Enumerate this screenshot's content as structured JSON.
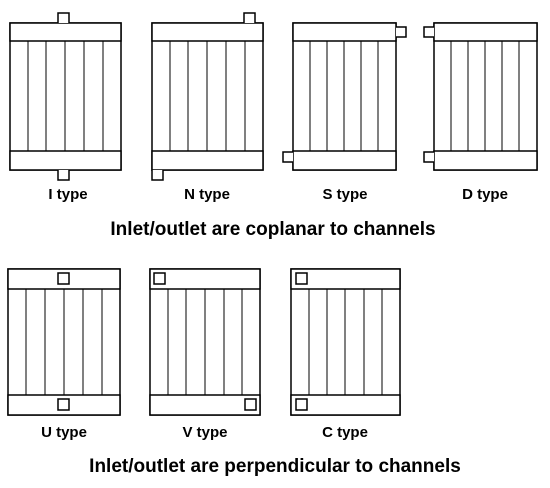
{
  "groups": [
    {
      "heading": "Inlet/outlet are coplanar to channels",
      "types": [
        {
          "key": "i",
          "label": "I type"
        },
        {
          "key": "n",
          "label": "N type"
        },
        {
          "key": "s",
          "label": "S type"
        },
        {
          "key": "d",
          "label": "D type"
        }
      ]
    },
    {
      "heading": "Inlet/outlet are perpendicular to channels",
      "types": [
        {
          "key": "u",
          "label": "U type"
        },
        {
          "key": "v",
          "label": "V type"
        },
        {
          "key": "c",
          "label": "C type"
        }
      ]
    }
  ]
}
